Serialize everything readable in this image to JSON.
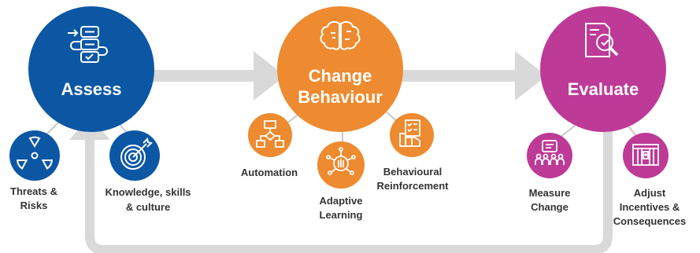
{
  "colors": {
    "assess": "#0c57a4",
    "change": "#ee8a2f",
    "evaluate": "#be3a97",
    "arrow": "#d9d9d9",
    "connector": "#c8c8c8",
    "text": "#333333"
  },
  "assess": {
    "title": "Assess",
    "icon": "checklist-flow-icon",
    "children": [
      {
        "icon": "radiation-icon",
        "label_lines": [
          "Threats &",
          "Risks"
        ]
      },
      {
        "icon": "target-icon",
        "label_lines": [
          "Knowledge, skills",
          "& culture"
        ]
      }
    ]
  },
  "change": {
    "title_lines": [
      "Change",
      "Behaviour"
    ],
    "icon": "brain-icon",
    "children": [
      {
        "icon": "flowchart-icon",
        "label_lines": [
          "Automation"
        ]
      },
      {
        "icon": "adaptive-learning-icon",
        "label_lines": [
          "Adaptive",
          "Learning"
        ]
      },
      {
        "icon": "document-board-icon",
        "label_lines": [
          "Behavioural",
          "Reinforcement"
        ]
      }
    ]
  },
  "evaluate": {
    "title": "Evaluate",
    "icon": "document-search-icon",
    "children": [
      {
        "icon": "measure-audience-icon",
        "label_lines": [
          "Measure",
          "Change"
        ]
      },
      {
        "icon": "incentive-box-icon",
        "label_lines": [
          "Adjust",
          "Incentives &",
          "Consequences"
        ]
      }
    ]
  }
}
